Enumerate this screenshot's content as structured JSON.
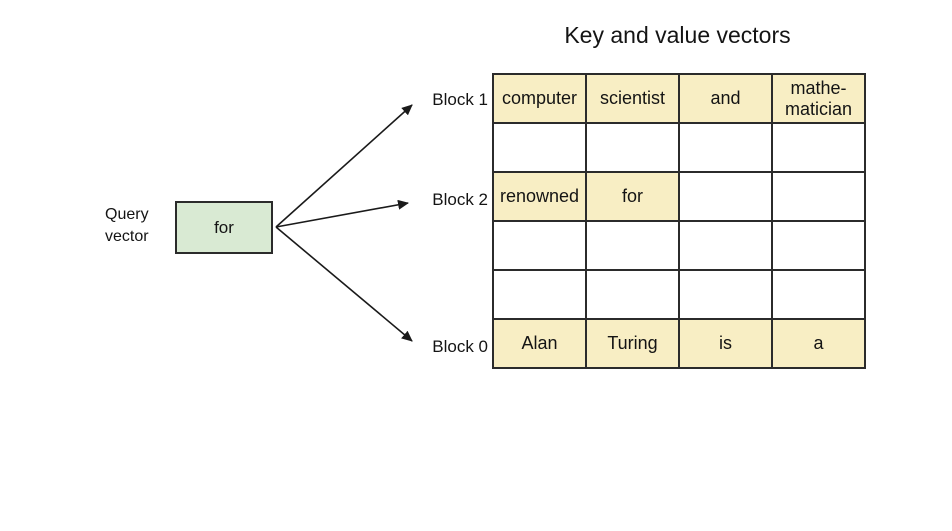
{
  "title": "Key and value vectors",
  "query": {
    "label": "Query\nvector",
    "token": "for"
  },
  "blocks": [
    {
      "label": "Block 1"
    },
    {
      "label": "Block 2"
    },
    {
      "label": "Block 0"
    }
  ],
  "table": {
    "rows": [
      {
        "block": "Block 1",
        "cells": [
          {
            "text": "computer",
            "filled": true
          },
          {
            "text": "scientist",
            "filled": true
          },
          {
            "text": "and",
            "filled": true
          },
          {
            "text": "mathe-\nmatician",
            "filled": true
          }
        ]
      },
      {
        "block": "",
        "cells": [
          {
            "text": "",
            "filled": false
          },
          {
            "text": "",
            "filled": false
          },
          {
            "text": "",
            "filled": false
          },
          {
            "text": "",
            "filled": false
          }
        ]
      },
      {
        "block": "Block 2",
        "cells": [
          {
            "text": "renowned",
            "filled": true
          },
          {
            "text": "for",
            "filled": true
          },
          {
            "text": "",
            "filled": false
          },
          {
            "text": "",
            "filled": false
          }
        ]
      },
      {
        "block": "",
        "cells": [
          {
            "text": "",
            "filled": false
          },
          {
            "text": "",
            "filled": false
          },
          {
            "text": "",
            "filled": false
          },
          {
            "text": "",
            "filled": false
          }
        ]
      },
      {
        "block": "",
        "cells": [
          {
            "text": "",
            "filled": false
          },
          {
            "text": "",
            "filled": false
          },
          {
            "text": "",
            "filled": false
          },
          {
            "text": "",
            "filled": false
          }
        ]
      },
      {
        "block": "Block 0",
        "cells": [
          {
            "text": "Alan",
            "filled": true
          },
          {
            "text": "Turing",
            "filled": true
          },
          {
            "text": "is",
            "filled": true
          },
          {
            "text": "a",
            "filled": true
          }
        ]
      }
    ]
  },
  "colors": {
    "cell_fill": "#f8eec4",
    "query_fill": "#d9ead3",
    "border": "#2b2b2b"
  }
}
